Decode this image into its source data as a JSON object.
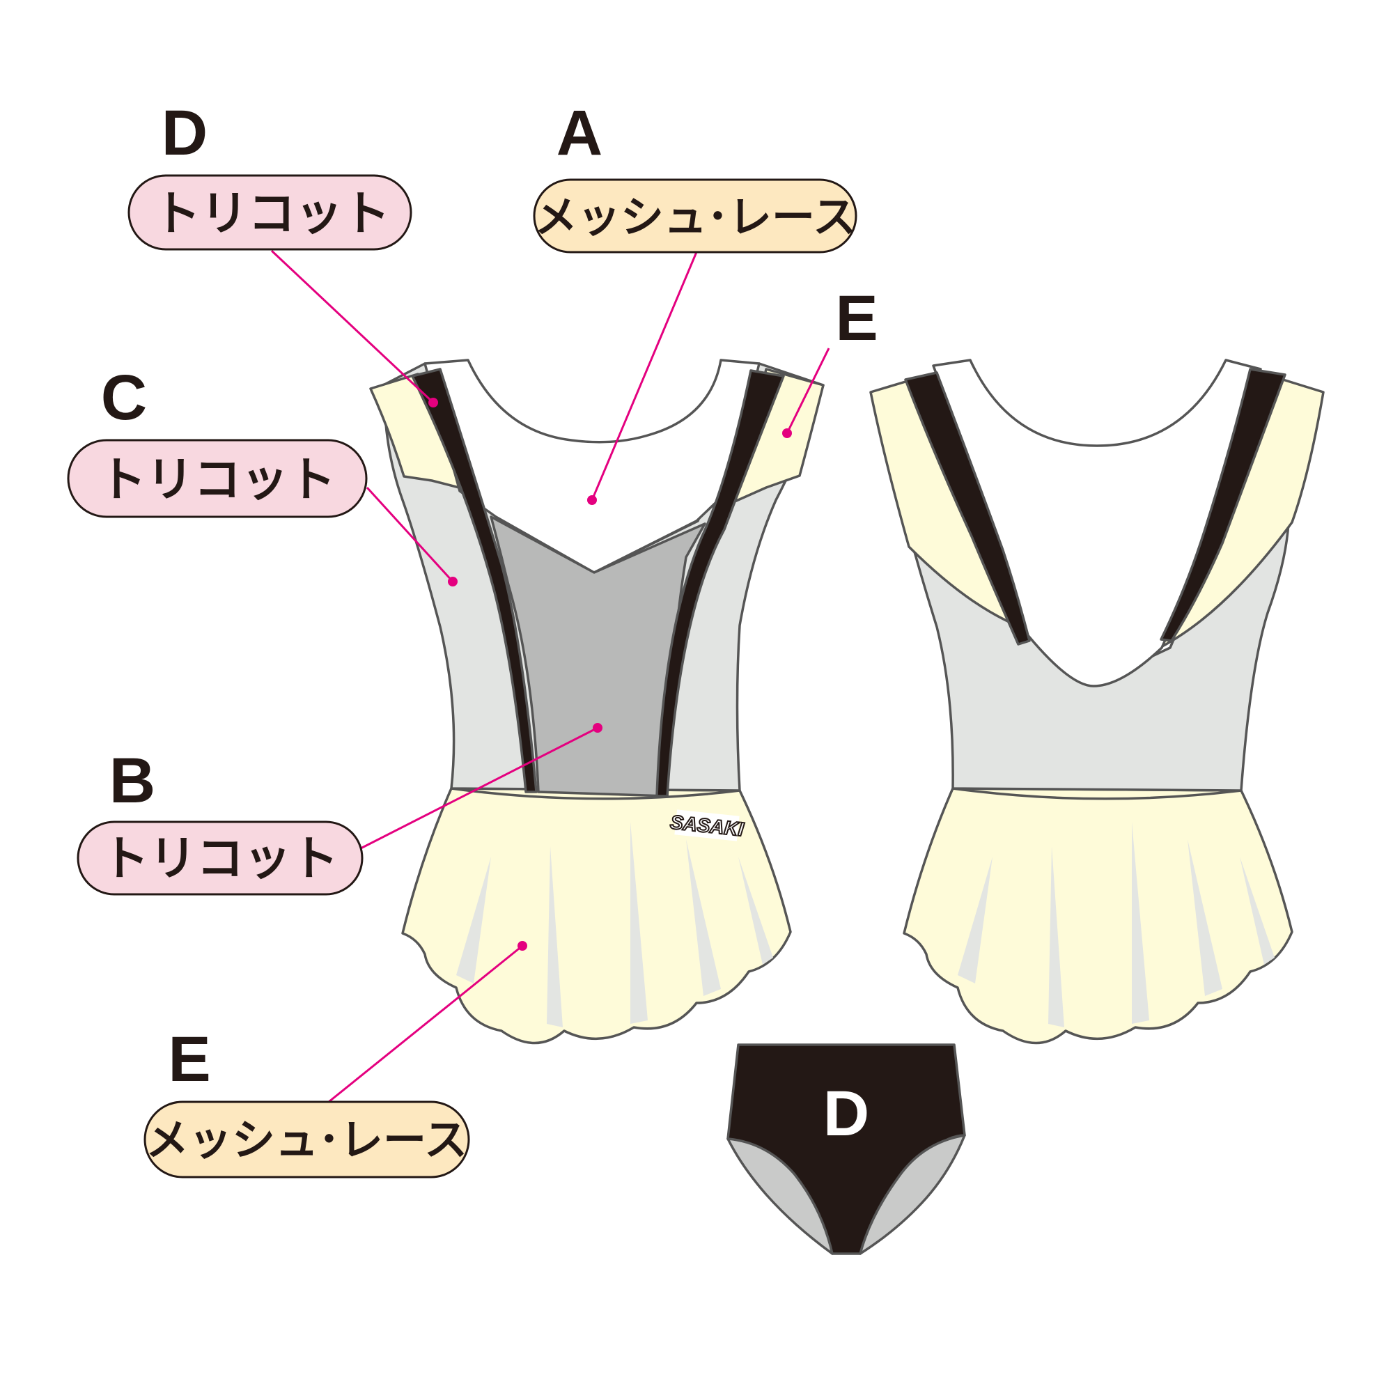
{
  "labels": [
    {
      "id": "D-top",
      "letter": "D",
      "text": "トリコット",
      "kind": "tricot"
    },
    {
      "id": "A",
      "letter": "A",
      "text": "メッシュ･レース",
      "kind": "mesh"
    },
    {
      "id": "E-top",
      "letter": "E",
      "text": "",
      "kind": "none"
    },
    {
      "id": "C",
      "letter": "C",
      "text": "トリコット",
      "kind": "tricot"
    },
    {
      "id": "B",
      "letter": "B",
      "text": "トリコット",
      "kind": "tricot"
    },
    {
      "id": "E-bottom",
      "letter": "E",
      "text": "メッシュ･レース",
      "kind": "mesh"
    }
  ],
  "shorts_label": "D",
  "logo": "SASAKI",
  "colors": {
    "pill_tricot": "#f8d8e0",
    "pill_mesh": "#fde8c0",
    "leader": "#e4007f",
    "mesh_white": "#ffffff",
    "side_panel": "#e2e4e2",
    "center_panel": "#b8b9b8",
    "stripe": "#231815",
    "skirt": "#fefbd9",
    "skirt_shade": "#e3e5e2"
  }
}
